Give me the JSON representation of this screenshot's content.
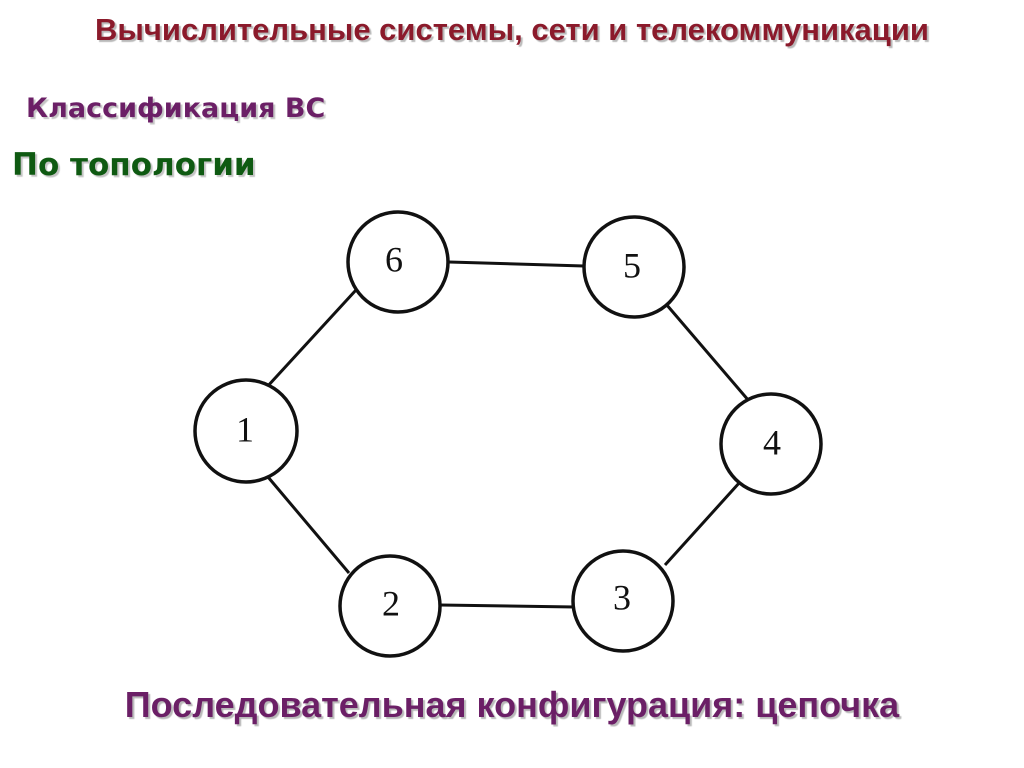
{
  "slide": {
    "title": "Вычислительные системы, сети и телекоммуникации",
    "subtitle": "Классификация ВС",
    "section": "По топологии",
    "caption": "Последовательная конфигурация: цепочка"
  },
  "colors": {
    "title": "#8b1a2b",
    "subtitle": "#6b1f66",
    "section": "#0f5a12",
    "caption": "#6b1f66",
    "lines": "#111111"
  },
  "diagram": {
    "nodes": [
      {
        "id": "6",
        "label": "6"
      },
      {
        "id": "5",
        "label": "5"
      },
      {
        "id": "1",
        "label": "1"
      },
      {
        "id": "4",
        "label": "4"
      },
      {
        "id": "2",
        "label": "2"
      },
      {
        "id": "3",
        "label": "3"
      }
    ],
    "edges": [
      {
        "from": "6",
        "to": "5"
      },
      {
        "from": "5",
        "to": "4"
      },
      {
        "from": "4",
        "to": "3"
      },
      {
        "from": "3",
        "to": "2"
      },
      {
        "from": "2",
        "to": "1"
      },
      {
        "from": "1",
        "to": "6"
      }
    ]
  }
}
